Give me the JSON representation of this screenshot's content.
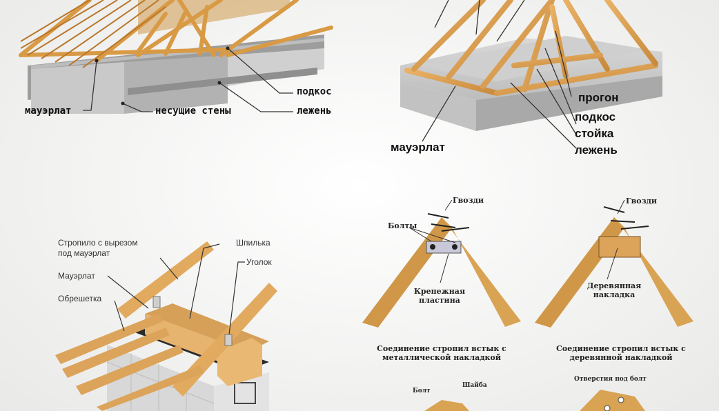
{
  "panel_truss": {
    "labels": {
      "podkos": "подкос",
      "lezhen": "лежень",
      "mauerlat": "мауэрлат",
      "walls": "несущие стены"
    }
  },
  "panel_hip": {
    "labels": {
      "progon": "прогон",
      "podkos": "подкос",
      "stoyka": "стойка",
      "lezhen": "лежень",
      "mauerlat": "мауэрлат"
    }
  },
  "panel_mauerlat": {
    "labels": {
      "rafter_line1": "Стропило с вырезом",
      "rafter_line2": "под мауэрлат",
      "mauerlat": "Мауэрлат",
      "sheathing": "Обрешетка",
      "stud": "Шпилька",
      "angle": "Уголок"
    }
  },
  "panel_joints": {
    "metal": {
      "nails": "Гвозди",
      "bolts": "Болты",
      "plate": "Крепежная пластина",
      "caption": "Соединение стропил встык с металлической накладкой"
    },
    "wood": {
      "nails": "Гвозди",
      "plate": "Деревянная накладка",
      "caption": "Соединение стропил встык с деревянной накладкой"
    },
    "bottom": {
      "bolt": "Болт",
      "washer": "Шайба",
      "holes": "Отверстия под болт"
    }
  }
}
